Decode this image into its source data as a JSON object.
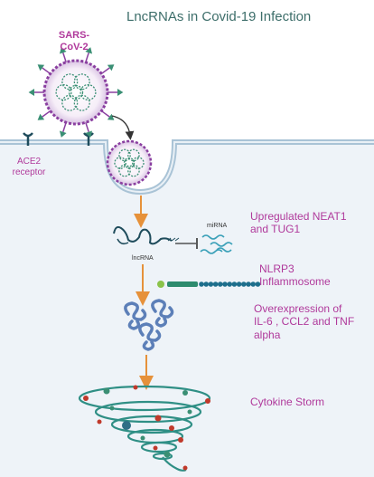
{
  "title": "LncRNAs in Covid-19 Infection",
  "virus": {
    "name_line1": "SARS-",
    "name_line2": "CoV-2"
  },
  "receptor": {
    "line1": "ACE2",
    "line2": "receptor"
  },
  "lncrna_label": "lncRNA",
  "mirna_label": "miRNA",
  "steps": [
    {
      "line1": "Upregulated NEAT1",
      "line2": "and TUG1"
    },
    {
      "line1": "NLRP3",
      "line2": "Inflammosome"
    },
    {
      "line1": "Overexpression of",
      "line2": "IL-6 , CCL2 and TNF",
      "line3": "alpha"
    },
    {
      "line1": "Cytokine Storm"
    }
  ],
  "colors": {
    "title": "#3d6e6a",
    "label": "#b0399b",
    "membrane": "#a9c3d6",
    "inside": "#eef3f8",
    "arrow": "#e6913a",
    "teal": "#2f8f85",
    "spike": "#3a8f74",
    "purple": "#8a3fa0"
  }
}
